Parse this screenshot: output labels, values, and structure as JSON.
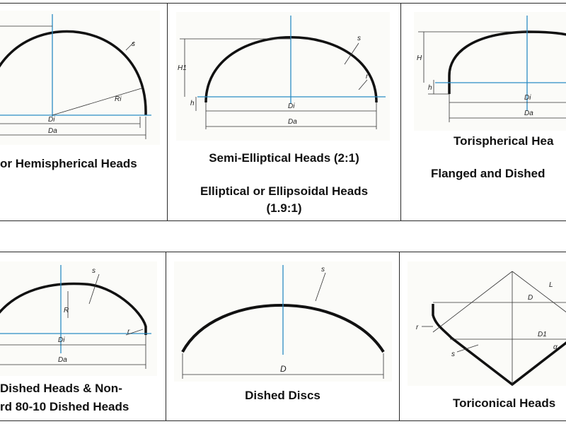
{
  "colors": {
    "axis": "#2b8cc4",
    "curve": "#111111",
    "dimension": "#333333",
    "grid": "#2a2a2a"
  },
  "panels": {
    "hemispherical": {
      "caption": "or Hemispherical Heads",
      "labels": {
        "di": "Di",
        "da": "Da",
        "ri": "Ri",
        "s": "s"
      }
    },
    "semi_elliptical": {
      "caption_1": "Semi-Elliptical Heads (2:1)",
      "caption_2": "Elliptical or Ellipsoidal Heads",
      "caption_3": "(1.9:1)",
      "labels": {
        "di": "Di",
        "da": "Da",
        "h1": "H1",
        "h": "h",
        "s": "s",
        "r": "r"
      }
    },
    "torispherical": {
      "caption_1": "Torispherical Hea",
      "caption_2": "Flanged and Dished",
      "labels": {
        "di": "Di",
        "da": "Da",
        "h": "H",
        "h_small": "h"
      }
    },
    "dished_heads": {
      "caption_1": "Dished Heads & Non-",
      "caption_2": "rd 80-10 Dished Heads",
      "labels": {
        "di": "Di",
        "da": "Da",
        "r": "R",
        "s": "s",
        "r_small": "r"
      }
    },
    "dished_discs": {
      "caption": "Dished Discs",
      "labels": {
        "d": "D",
        "s": "s"
      }
    },
    "toriconical": {
      "caption": "Toriconical Heads",
      "labels": {
        "d": "D",
        "l": "L",
        "d1": "D1",
        "alpha": "α",
        "r": "r",
        "s": "s"
      }
    }
  }
}
